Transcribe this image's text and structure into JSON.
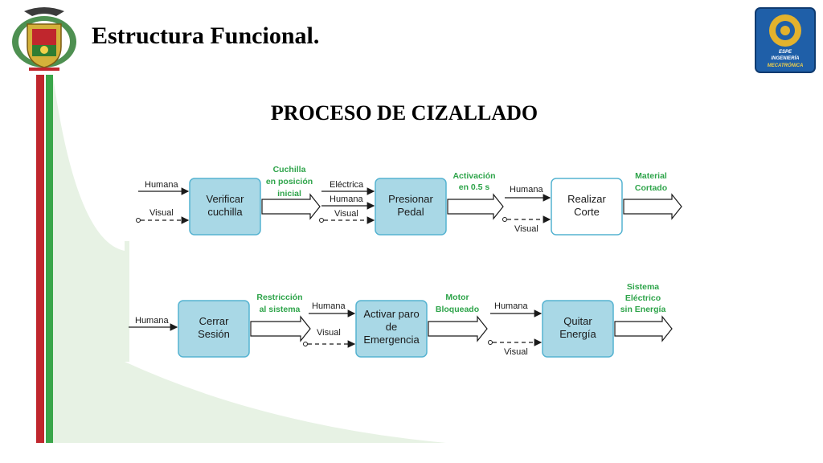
{
  "title": "Estructura Funcional.",
  "subtitle": "PROCESO DE CIZALLADO",
  "logo_right": {
    "line1": "ESPE",
    "line2": "INGENIERÍA",
    "line3": "MECATRÓNICA"
  },
  "colors": {
    "box_fill": "#a9d8e6",
    "box_stroke": "#55b3d1",
    "green_label": "#2ea44a",
    "stripe_red": "#c0262d",
    "stripe_green": "#3aa64a",
    "backdrop": "#e7f2e4"
  },
  "row1": {
    "box1": [
      "Verificar",
      "cuchilla"
    ],
    "box2": [
      "Presionar",
      "Pedal"
    ],
    "box3": [
      "Realizar",
      "Corte"
    ],
    "in1_human": "Humana",
    "in1_visual": "Visual",
    "out1": [
      "Cuchilla",
      "en posición",
      "inicial"
    ],
    "in2_electric": "Eléctrica",
    "in2_human": "Humana",
    "in2_visual": "Visual",
    "out2": [
      "Activación",
      "en 0.5 s"
    ],
    "in3_human": "Humana",
    "in3_visual": "Visual",
    "out3": [
      "Material",
      "Cortado"
    ]
  },
  "row2": {
    "box1": [
      "Cerrar",
      "Sesión"
    ],
    "box2": [
      "Activar paro",
      "de",
      "Emergencia"
    ],
    "box3": [
      "Quitar",
      "Energía"
    ],
    "in1_human": "Humana",
    "out1": [
      "Restricción",
      "al sistema"
    ],
    "in2_human": "Humana",
    "in2_visual": "Visual",
    "out2": [
      "Motor",
      "Bloqueado"
    ],
    "in3_human": "Humana",
    "in3_visual": "Visual",
    "out3": [
      "Sistema",
      "Eléctrico",
      "sin Energía"
    ]
  }
}
